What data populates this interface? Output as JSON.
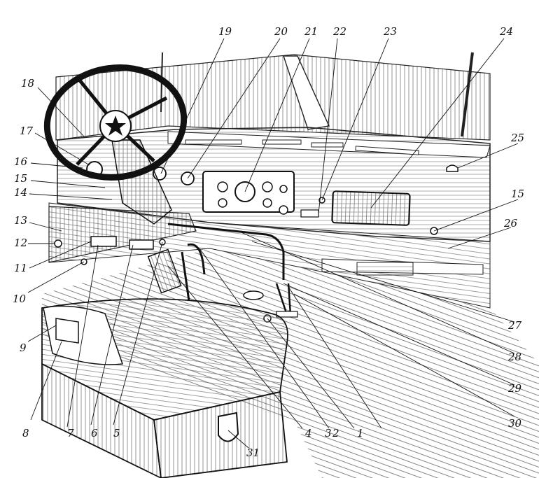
{
  "diagram": {
    "callouts": [
      "1",
      "2",
      "3",
      "4",
      "5",
      "6",
      "7",
      "8",
      "9",
      "10",
      "11",
      "12",
      "13",
      "14",
      "15",
      "16",
      "17",
      "18",
      "19",
      "20",
      "21",
      "22",
      "23",
      "24",
      "25",
      "26",
      "27",
      "28",
      "29",
      "30",
      "31"
    ],
    "callout_15_second": "15"
  },
  "colors": {
    "ink": "#1a1a1a",
    "paper": "#ffffff",
    "hatch": "#555555"
  }
}
